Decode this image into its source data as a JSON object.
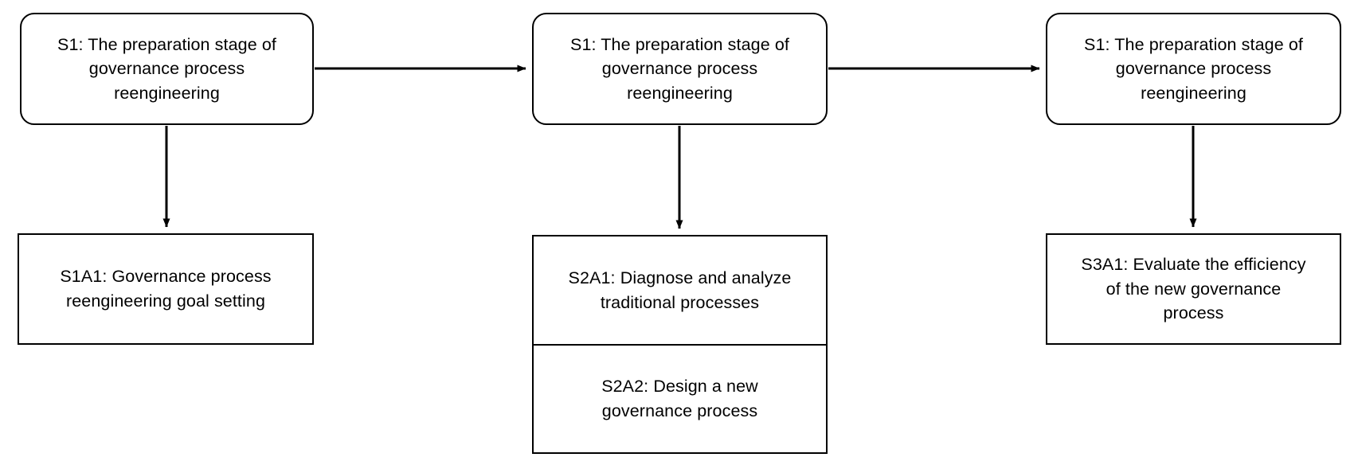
{
  "diagram": {
    "title": "Governance process reengineering stages flow",
    "colors": {
      "stroke": "#000000",
      "fill": "#ffffff",
      "text": "#000000"
    },
    "stage_nodes": [
      {
        "id": "s1-stage-1",
        "label": "S1: The preparation stage of\ngovernance process\nreengineering",
        "shape": "rounded-rectangle"
      },
      {
        "id": "s1-stage-2",
        "label": "S1: The preparation stage of\ngovernance process\nreengineering",
        "shape": "rounded-rectangle"
      },
      {
        "id": "s1-stage-3",
        "label": "S1: The preparation stage of\ngovernance process\nreengineering",
        "shape": "rounded-rectangle"
      }
    ],
    "activity_nodes": [
      {
        "id": "s1a1",
        "cells": [
          {
            "id": "s1a1-cell",
            "label": "S1A1: Governance process\nreengineering goal setting"
          }
        ],
        "shape": "rectangle"
      },
      {
        "id": "s2a",
        "cells": [
          {
            "id": "s2a1-cell",
            "label": "S2A1: Diagnose and analyze\ntraditional processes"
          },
          {
            "id": "s2a2-cell",
            "label": "S2A2: Design a new\ngovernance process"
          }
        ],
        "shape": "rectangle"
      },
      {
        "id": "s3a1",
        "cells": [
          {
            "id": "s3a1-cell",
            "label": "S3A1: Evaluate the efficiency\nof the new governance\nprocess"
          }
        ],
        "shape": "rectangle"
      }
    ],
    "connectors": [
      {
        "id": "stage1-to-stage2",
        "kind": "horizontal-arrow"
      },
      {
        "id": "stage2-to-stage3",
        "kind": "horizontal-arrow"
      },
      {
        "id": "stage1-to-s1a1",
        "kind": "vertical-arrow"
      },
      {
        "id": "stage2-to-s2a",
        "kind": "vertical-arrow"
      },
      {
        "id": "stage3-to-s3a1",
        "kind": "vertical-arrow"
      }
    ]
  }
}
